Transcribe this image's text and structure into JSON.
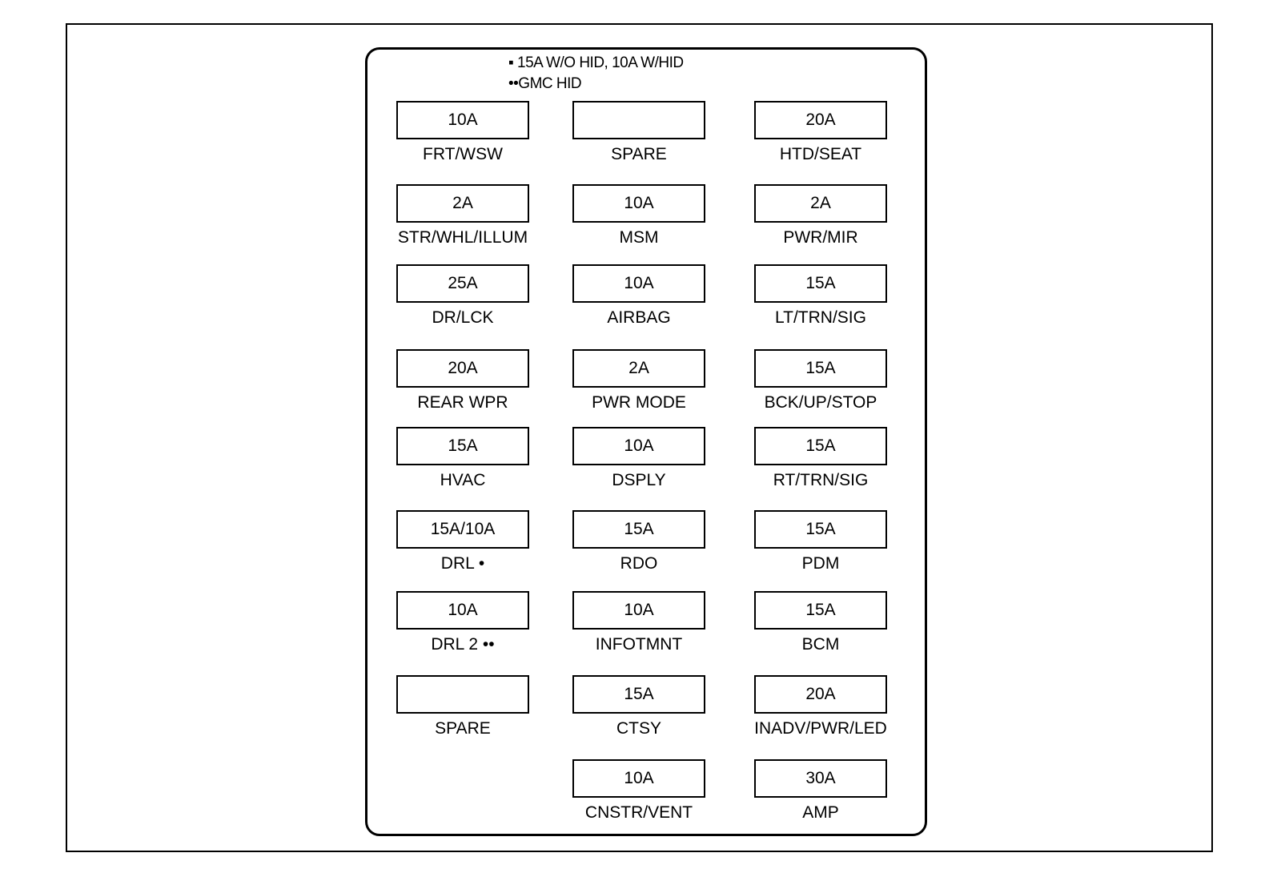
{
  "legend": [
    "▪ 15A W/O HID, 10A W/HID",
    "••GMC HID"
  ],
  "columns": [
    {
      "name": "left",
      "fuses": [
        {
          "rating": "10A",
          "label": "FRT/WSW"
        },
        {
          "rating": "2A",
          "label": "STR/WHL/ILLUM"
        },
        {
          "rating": "25A",
          "label": "DR/LCK"
        },
        {
          "rating": "20A",
          "label": "REAR WPR"
        },
        {
          "rating": "15A",
          "label": "HVAC"
        },
        {
          "rating": "15A/10A",
          "label": "DRL •"
        },
        {
          "rating": "10A",
          "label": "DRL 2 ••"
        },
        {
          "rating": "",
          "label": "SPARE"
        }
      ]
    },
    {
      "name": "middle",
      "fuses": [
        {
          "rating": "",
          "label": "SPARE"
        },
        {
          "rating": "10A",
          "label": "MSM"
        },
        {
          "rating": "10A",
          "label": "AIRBAG"
        },
        {
          "rating": "2A",
          "label": "PWR MODE"
        },
        {
          "rating": "10A",
          "label": "DSPLY"
        },
        {
          "rating": "15A",
          "label": "RDO"
        },
        {
          "rating": "10A",
          "label": "INFOTMNT"
        },
        {
          "rating": "15A",
          "label": "CTSY"
        },
        {
          "rating": "10A",
          "label": "CNSTR/VENT"
        }
      ]
    },
    {
      "name": "right",
      "fuses": [
        {
          "rating": "20A",
          "label": "HTD/SEAT"
        },
        {
          "rating": "2A",
          "label": "PWR/MIR"
        },
        {
          "rating": "15A",
          "label": "LT/TRN/SIG"
        },
        {
          "rating": "15A",
          "label": "BCK/UP/STOP"
        },
        {
          "rating": "15A",
          "label": "RT/TRN/SIG"
        },
        {
          "rating": "15A",
          "label": "PDM"
        },
        {
          "rating": "15A",
          "label": "BCM"
        },
        {
          "rating": "20A",
          "label": "INADV/PWR/LED"
        },
        {
          "rating": "30A",
          "label": "AMP"
        }
      ]
    }
  ]
}
